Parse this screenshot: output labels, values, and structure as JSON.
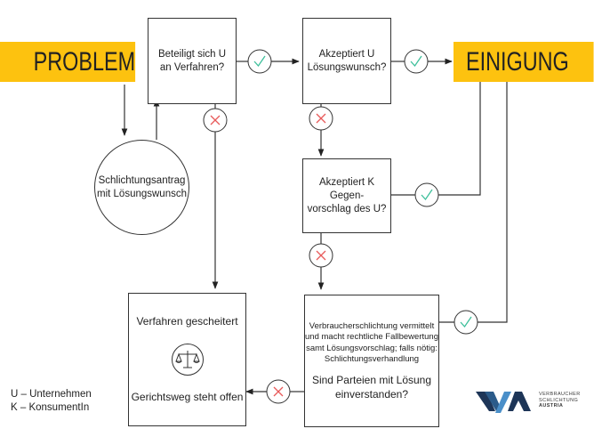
{
  "banners": {
    "problem": "PROBLEM",
    "einigung": "EINIGUNG"
  },
  "nodes": {
    "beteiligt": [
      "Beteiligt sich U",
      "an Verfahren?"
    ],
    "akzeptiert_u": [
      "Akzeptiert U",
      "Lösungswunsch?"
    ],
    "antrag": [
      "Schlichtungsantrag",
      "mit Lösungswunsch"
    ],
    "akzeptiert_k": [
      "Akzeptiert K Gegen-",
      "vorschlag des U?"
    ],
    "schlichtung_desc": [
      "Verbraucherschlichtung vermittelt",
      "und macht rechtliche Fallbewertung",
      "samt Lösungsvorschlag; falls nötig:",
      "Schlichtungsverhandlung"
    ],
    "schlichtung_question": [
      "Sind Parteien mit Lösung",
      "einverstanden?"
    ],
    "gescheitert_title": "Verfahren gescheitert",
    "gescheitert_sub": "Gerichtsweg steht offen"
  },
  "legend": [
    "U – Unternehmen",
    "K – KonsumentIn"
  ],
  "logo": {
    "lines": [
      "VERBRAUCHER",
      "SCHLICHTUNG",
      "AUSTRIA"
    ]
  },
  "icons": {
    "yes": "check-icon",
    "no": "cross-icon",
    "scales": "scales-icon"
  },
  "colors": {
    "banner": "#fdc20f",
    "check": "#3cbf9a",
    "cross": "#e85a5a",
    "logo_dark": "#1d3557",
    "logo_light": "#4a8fc9"
  }
}
